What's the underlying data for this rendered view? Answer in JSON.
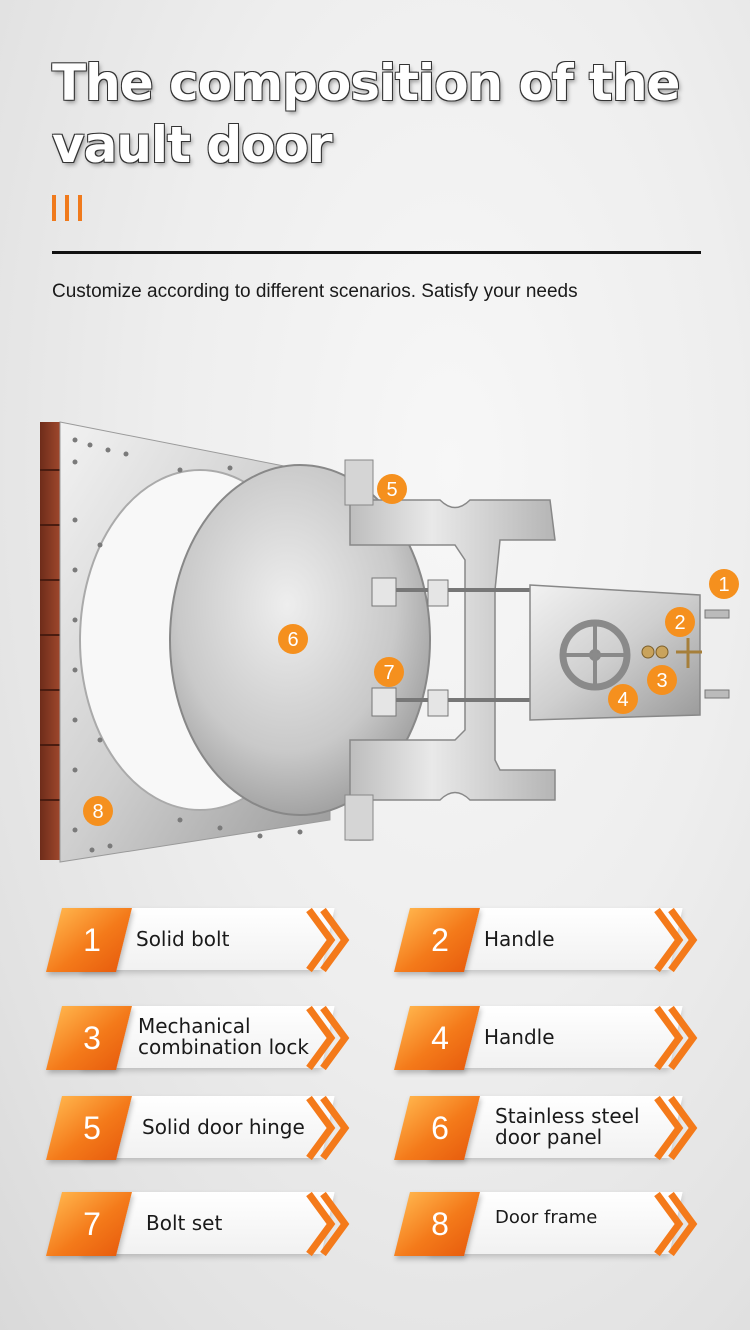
{
  "header": {
    "title": "The composition of the vault door",
    "subtitle": "Customize according to different scenarios. Satisfy your needs"
  },
  "colors": {
    "accent": "#f07a1c",
    "accent_dark": "#e85e0e",
    "text": "#1a1a1a"
  },
  "diagram_markers": [
    "1",
    "2",
    "3",
    "4",
    "5",
    "6",
    "7",
    "8"
  ],
  "parts": [
    {
      "num": "1",
      "label": "Solid bolt"
    },
    {
      "num": "2",
      "label": "Handle"
    },
    {
      "num": "3",
      "label": "Mechanical combination lock"
    },
    {
      "num": "4",
      "label": "Handle"
    },
    {
      "num": "5",
      "label": "Solid door hinge"
    },
    {
      "num": "6",
      "label": "Stainless steel door panel"
    },
    {
      "num": "7",
      "label": "Bolt set"
    },
    {
      "num": "8",
      "label": "Door frame"
    }
  ]
}
